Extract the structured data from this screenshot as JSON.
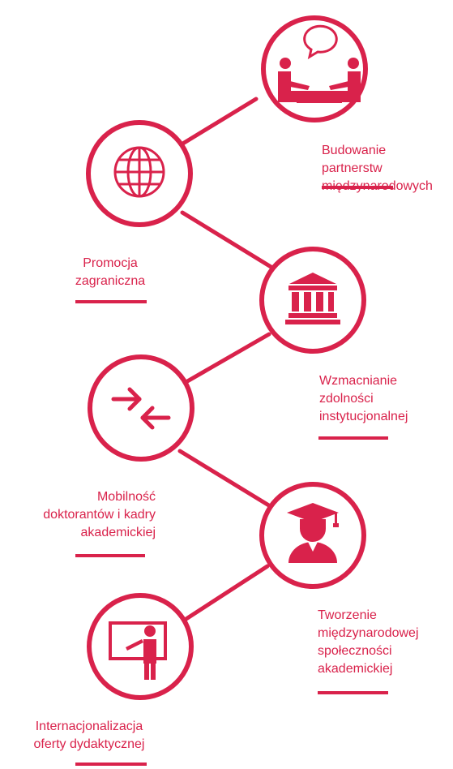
{
  "accent_color": "#d9224b",
  "nodes": [
    {
      "id": "partnerships",
      "icon": "handshake-meeting-icon",
      "label": [
        "Budowanie",
        "partnerstw",
        "międzynarodowych"
      ]
    },
    {
      "id": "promotion",
      "icon": "globe-icon",
      "label": [
        "Promocja",
        "zagraniczna"
      ]
    },
    {
      "id": "capacity",
      "icon": "institution-building-icon",
      "label": [
        "Wzmacnianie",
        "zdolności",
        "instytucjonalnej"
      ]
    },
    {
      "id": "mobility",
      "icon": "exchange-arrows-icon",
      "label": [
        "Mobilność",
        "doktorantów i kadry",
        "akademickiej"
      ]
    },
    {
      "id": "community",
      "icon": "graduate-icon",
      "label": [
        "Tworzenie",
        "międzynarodowej",
        "społeczności",
        "akademickiej"
      ]
    },
    {
      "id": "didactic",
      "icon": "teacher-board-icon",
      "label": [
        "Internacjonalizacja",
        "oferty dydaktycznej"
      ]
    }
  ]
}
